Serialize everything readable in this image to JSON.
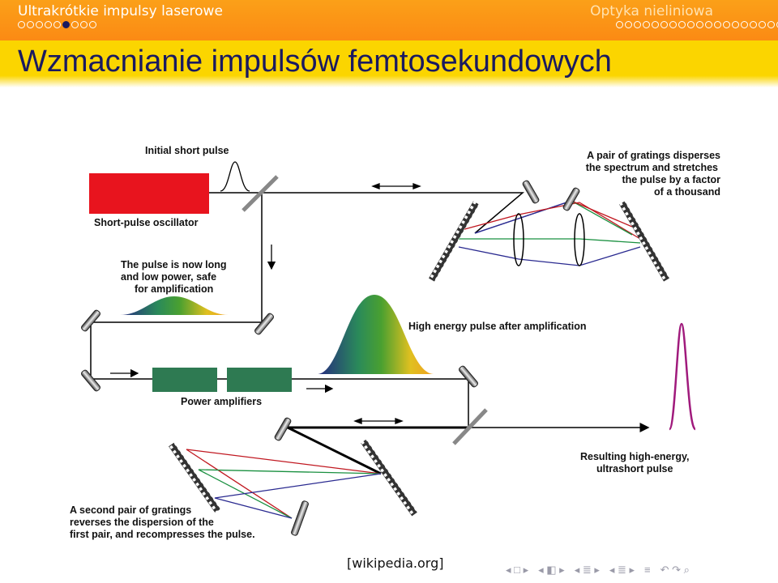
{
  "header": {
    "section": "Ultrakrótkie impulsy laserowe",
    "subsection": "Optyka nieliniowa",
    "left_dots": 9,
    "left_active_dot": 5,
    "right_dots": 19
  },
  "title": "Wzmacnianie impulsów femtosekundowych",
  "diagram": {
    "labels": {
      "initial": "Initial short pulse",
      "oscillator": "Short-pulse oscillator",
      "grating1": [
        "A pair of gratings disperses",
        "the spectrum and stretches",
        "the pulse by a factor",
        "of a thousand"
      ],
      "stretched": [
        "The pulse is now long",
        "and low power, safe",
        "for amplification"
      ],
      "high_energy": "High energy pulse after amplification",
      "amplifiers": "Power amplifiers",
      "resulting": [
        "Resulting high-energy,",
        "ultrashort pulse"
      ],
      "grating2": [
        "A second pair of gratings",
        "reverses the dispersion of the",
        "first pair, and recompresses the pulse."
      ]
    },
    "colors": {
      "oscillator": "#e8141e",
      "amplifier": "#2e7a52",
      "final_pulse": "#a01a7c",
      "beam": "#000000",
      "ray_red": "#c01820",
      "ray_green": "#1a9040",
      "ray_blue": "#2a2a90"
    }
  },
  "footer": "[wikipedia.org]"
}
